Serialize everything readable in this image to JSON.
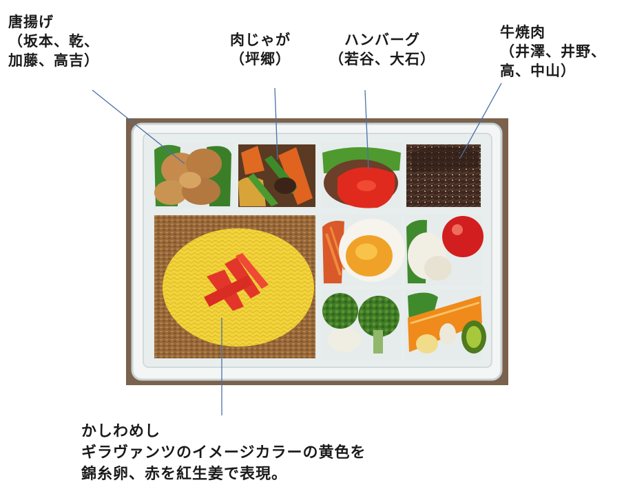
{
  "labels": {
    "karaage": {
      "title": "唐揚げ",
      "names_1": "（坂本、乾、",
      "names_2": "加藤、高吉）"
    },
    "nikujaga": {
      "title": "肉じゃが",
      "names": "（坪郷）"
    },
    "hamburg": {
      "title": "ハンバーグ",
      "names": "（若谷、大石）"
    },
    "gyuyaki": {
      "title": "牛焼肉",
      "names_1": "（井澤、井野、",
      "names_2": "高、中山）"
    },
    "kashiwa": {
      "title": "かしわめし",
      "line_2": "ギラヴァンツのイメージカラーの黄色を",
      "line_3": "錦糸卵、赤を紅生姜で表現。"
    }
  },
  "colors": {
    "tray": "#f4f6f6",
    "tray_shadow": "#c9d3d6",
    "table": "#7b624c",
    "rice": "#9a6a3a",
    "egg": "#f2d93a",
    "ginger": "#e3362a",
    "leader_line": "#4a6fa8"
  }
}
